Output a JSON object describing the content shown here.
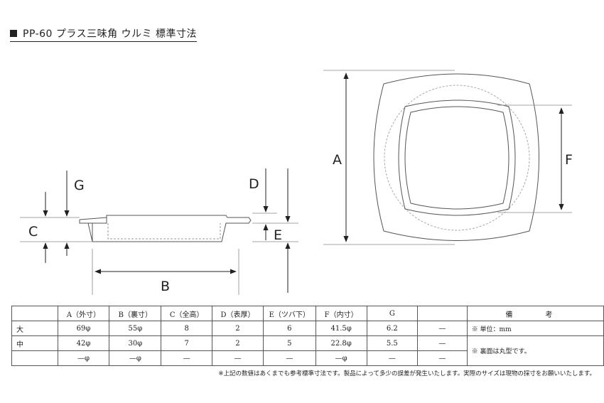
{
  "title": "PP-60 プラス三味角 ウルミ 標準寸法",
  "labels": {
    "A": "A",
    "B": "B",
    "C": "C",
    "D": "D",
    "E": "E",
    "F": "F",
    "G": "G"
  },
  "table": {
    "headers": [
      "A（外寸）",
      "B（裏寸）",
      "C（全高）",
      "D（表厚）",
      "E（ツバ下）",
      "F（内寸）",
      "G",
      "",
      "備　考"
    ],
    "rows": [
      {
        "label": "大",
        "cells": [
          "69φ",
          "55φ",
          "8",
          "2",
          "6",
          "41.5φ",
          "6.2",
          "—"
        ]
      },
      {
        "label": "中",
        "cells": [
          "42φ",
          "30φ",
          "7",
          "2",
          "5",
          "22.8φ",
          "5.5",
          "—"
        ]
      },
      {
        "label": "",
        "cells": [
          "—φ",
          "—φ",
          "—",
          "—",
          "—",
          "—φ",
          "—",
          "—"
        ]
      }
    ],
    "notes": [
      "※ 単位：mm",
      "※ 裏面は丸型です。"
    ]
  },
  "footer": "※上記の数値はあくまでも参考標準寸法です。製品によって多少の誤差が発生いたします。実際のサイズは現物の採寸をお願いいたします。"
}
